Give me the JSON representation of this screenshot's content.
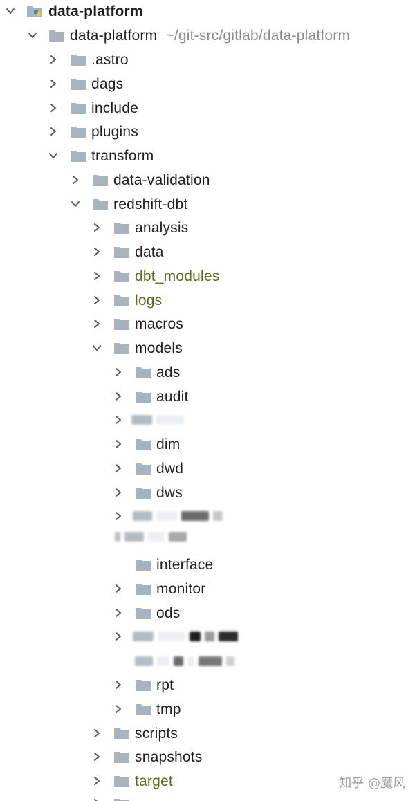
{
  "project": {
    "root_label": "data-platform",
    "module_label": "data-platform",
    "module_path": "~/git-src/gitlab/data-platform"
  },
  "tree": {
    "astro": ".astro",
    "dags": "dags",
    "include": "include",
    "plugins": "plugins",
    "transform": "transform",
    "data_validation": "data-validation",
    "redshift_dbt": "redshift-dbt",
    "analysis": "analysis",
    "data": "data",
    "dbt_modules": "dbt_modules",
    "logs": "logs",
    "macros": "macros",
    "models": "models",
    "ads": "ads",
    "audit": "audit",
    "dim": "dim",
    "dwd": "dwd",
    "dws": "dws",
    "interface": "interface",
    "monitor": "monitor",
    "ods": "ods",
    "rpt": "rpt",
    "tmp": "tmp",
    "scripts": "scripts",
    "snapshots": "snapshots",
    "target": "target"
  },
  "colors": {
    "folder": "#a9b3bd",
    "excluded_text": "#5e6b1f",
    "path_hint": "#8a8a8a",
    "chevron": "#5a5a5a"
  },
  "watermark": "知乎 @魔风"
}
